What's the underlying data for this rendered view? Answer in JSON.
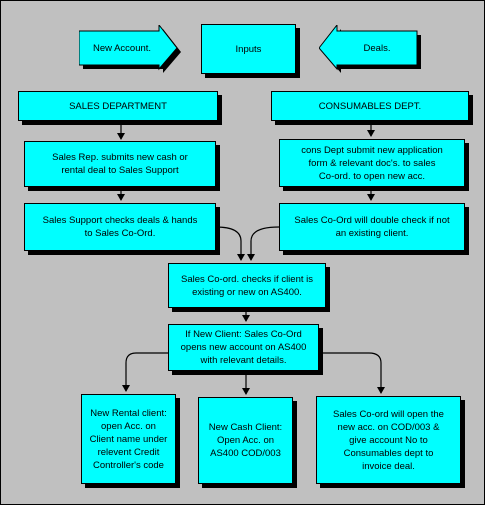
{
  "top": {
    "new_account": "New Account.",
    "inputs": "Inputs",
    "deals": "Deals."
  },
  "departments": {
    "sales": "SALES DEPARTMENT",
    "consumables": "CONSUMABLES DEPT."
  },
  "steps": {
    "sales_rep": "Sales Rep. submits new cash or\nrental deal to Sales Support",
    "cons_dept": "cons Dept submit new application\nform & relevant doc's. to sales\nCo-ord. to open new acc.",
    "sales_support": "Sales Support checks deals & hands\nto Sales Co-Ord.",
    "double_check": "Sales Co-Ord will double check if not\nan existing client.",
    "coord_check": "Sales Co-ord. checks if client is\nexisting or new on AS400.",
    "new_client": "If New Client: Sales Co-Ord\nopens new account on AS400\nwith relevant details."
  },
  "outcomes": {
    "rental": "New Rental client:\nopen Acc. on\nClient name under\nrelevent Credit\nController's code",
    "cash": "New Cash Client:\nOpen Acc. on\nAS400 COD/003",
    "consumables": "Sales Co-ord will open the\nnew acc. on COD/003 &\ngive account No to\nConsumables dept to\ninvoice deal."
  },
  "colors": {
    "box_fill": "#00ffff",
    "background": "#c0c0c0",
    "line": "#000000"
  }
}
